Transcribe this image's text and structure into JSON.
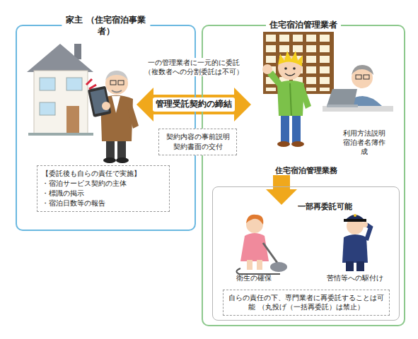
{
  "diagram": {
    "nodes": [
      {
        "text": [
          "家主 （住宅宿泊事業者）"
        ]
      },
      {
        "text": [
          "【委託後も自らの責任で実施】",
          "・宿泊サービス契約の主体",
          "・標識の掲示",
          "・宿泊日数等の報告"
        ],
        "in": 0
      },
      {
        "text": [
          "住宅宿泊管理業者"
        ]
      },
      {
        "text": [
          "契約内容の事前説明 契約書面の交付"
        ]
      },
      {
        "text": [
          "住宅宿泊管理業務"
        ],
        "in": 2
      },
      {
        "text": [
          "自らの責任の下、専門業者に再委託することは可能 （丸投げ（一括再委託）は禁止）"
        ],
        "in": 4
      }
    ],
    "edges": [
      {
        "from": 0,
        "to": 2,
        "arrow": "both",
        "label": "管理受託契約の締結"
      }
    ],
    "labels": [
      "一の管理業者に一元的に委託 （複数者への分割委託は不可）",
      "利用方法説明 宿泊者名簿作成",
      "一部再委託可能",
      "衛生の確保",
      "苦情等への駆付け"
    ]
  }
}
